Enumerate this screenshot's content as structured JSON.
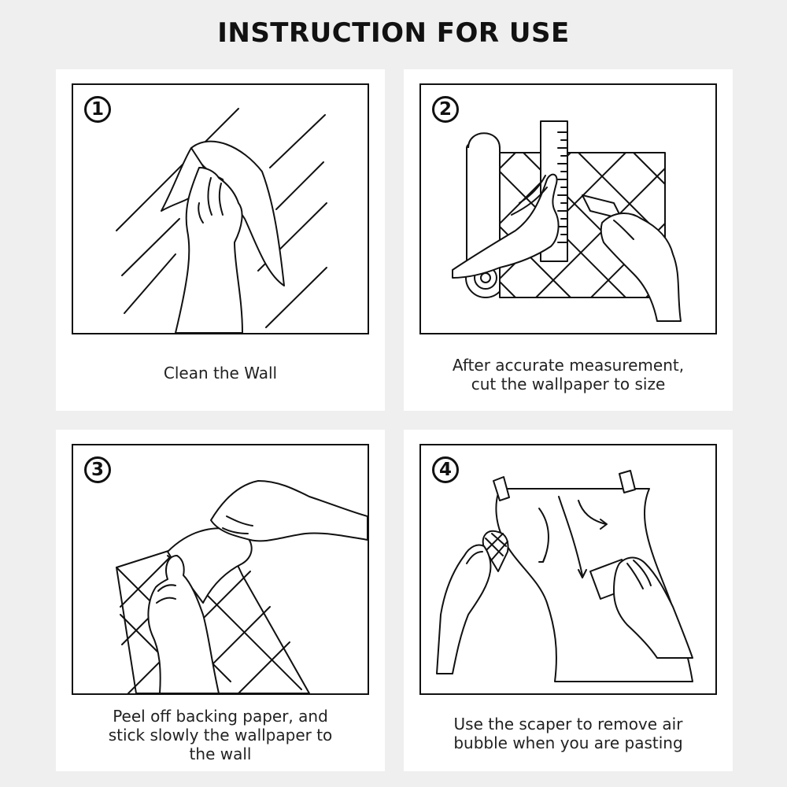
{
  "title": "INSTRUCTION FOR USE",
  "steps": [
    {
      "number": "1",
      "caption": "Clean the Wall",
      "icon": "wiping-cloth-icon"
    },
    {
      "number": "2",
      "caption": "After accurate measurement,\ncut the wallpaper to size",
      "icon": "ruler-cutting-icon"
    },
    {
      "number": "3",
      "caption": "Peel off backing paper, and\nstick slowly the wallpaper to\nthe wall",
      "icon": "peel-backing-icon"
    },
    {
      "number": "4",
      "caption": "Use the scaper to remove air\nbubble when you are pasting",
      "icon": "scraper-icon"
    }
  ]
}
